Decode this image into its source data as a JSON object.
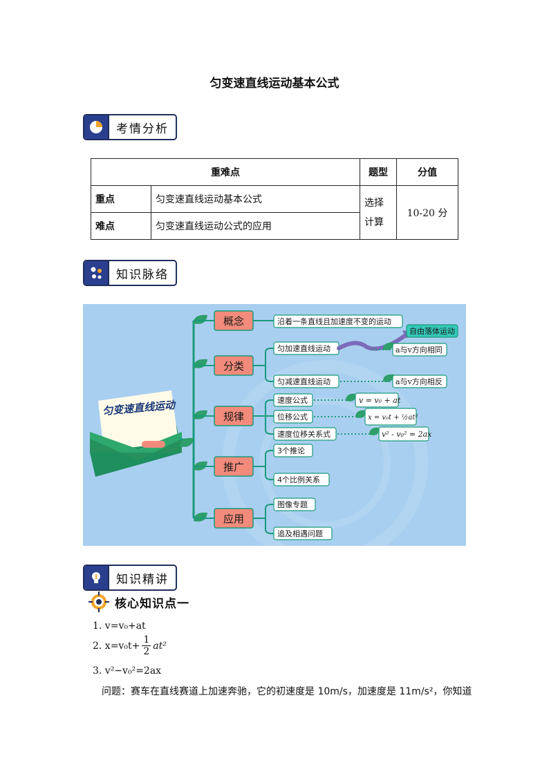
{
  "title": "匀变速直线运动基本公式",
  "sections": {
    "analysis": "考情分析",
    "context": "知识脉络",
    "lecture": "知识精讲"
  },
  "table": {
    "headers": [
      "重难点",
      "题型",
      "分值"
    ],
    "rows": [
      {
        "label": "重点",
        "content": "匀变速直线运动基本公式"
      },
      {
        "label": "难点",
        "content": "匀变速直线运动公式的应用"
      }
    ],
    "type_lines": [
      "选择",
      "计算"
    ],
    "score": "10-20 分"
  },
  "mindmap": {
    "center": "匀变速直线运动",
    "branches": [
      "概念",
      "分类",
      "规律",
      "推广",
      "应用"
    ],
    "concept_desc": "沿着一条直线且加速度不变的运动",
    "free_fall": "自由落体运动",
    "classes": [
      "匀加速直线运动",
      "匀减速直线运动"
    ],
    "class_notes": [
      "a与v方向相同",
      "a与v方向相反"
    ],
    "rules": [
      "速度公式",
      "位移公式",
      "速度位移关系式"
    ],
    "rule_formulas": [
      "v = v₀ + at",
      "x = v₀t + ½at²",
      "v² - v₀² = 2ax"
    ],
    "extensions": [
      "3个推论",
      "4个比例关系"
    ],
    "applications": [
      "图像专题",
      "追及相遇问题"
    ]
  },
  "core": {
    "heading": "核心知识点一",
    "formulas": [
      "1. v=v₀+at",
      "2. x=v₀t+",
      "3. v²−v₀²=2ax"
    ],
    "f2_frac_num": "1",
    "f2_frac_den": "2",
    "f2_tail": "at²",
    "problem": "问题：赛车在直线赛道上加速奔驰，它的初速度是 10m/s，加速度是 11m/s²，你知道"
  },
  "colors": {
    "map_bg": "#a9cff0",
    "branch_box": "#f28b7c",
    "leaf_green": "#2e9e6a",
    "line_teal": "#1a9a7a"
  }
}
